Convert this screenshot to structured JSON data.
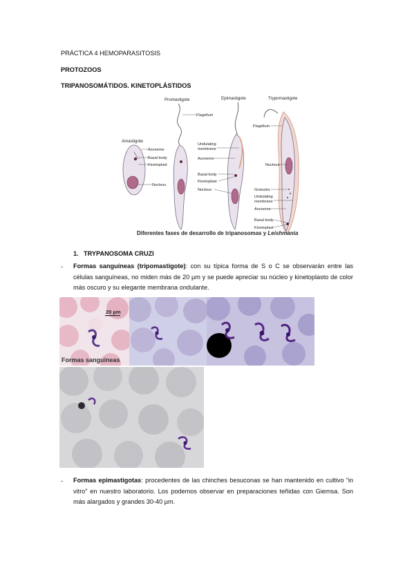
{
  "header": {
    "title": "PRÁCTICA 4 HEMOPARASITOSIS",
    "section": "PROTOZOOS",
    "subsection": "TRIPANOSOMÁTIDOS. KINETOPLÁSTIDOS"
  },
  "diagram": {
    "stages": {
      "amastigote": "Amastigote",
      "promastigote": "Promastigote",
      "epimastigote": "Epimastigote",
      "trypomastigote": "Trypomastigote"
    },
    "labels": {
      "flagellum": "Flagellum",
      "axoneme": "Axoneme",
      "basal_body": "Basal body",
      "kinetoplast": "Kinetoplast",
      "nucleus": "Nucleus",
      "undulating_membrane_1": "Undulating",
      "undulating_membrane_2": "membrane",
      "granules": "Granules"
    },
    "caption_main": "Diferentes fases de desarrollo de tripanosomas y ",
    "caption_italic": "Leishmania"
  },
  "section1": {
    "number": "1.",
    "title": "TRYPANOSOMA CRUZI"
  },
  "bullet1": {
    "dash": "-",
    "label": "Formas sanguíneas (tripomastigote)",
    "text": ": con su típica forma de S o C se observarán entre las células sanguíneas, no miden más de 20 µm y se puede apreciar su núcleo y kinetoplasto de color más oscuro y su elegante membrana ondulante."
  },
  "photos": {
    "scale_label": "20 µm",
    "caption": "Formas sanguíneas"
  },
  "bullet2": {
    "dash": "-",
    "label": "Formas epimastigotas",
    "text": ": procedentes de las chinches besuconas se han mantenido en cultivo “in vitro” en nuestro laboratorio. Los podemos observar en preparaciones teñidas con Giemsa. Son más alargados y grandes 30-40 µm."
  }
}
